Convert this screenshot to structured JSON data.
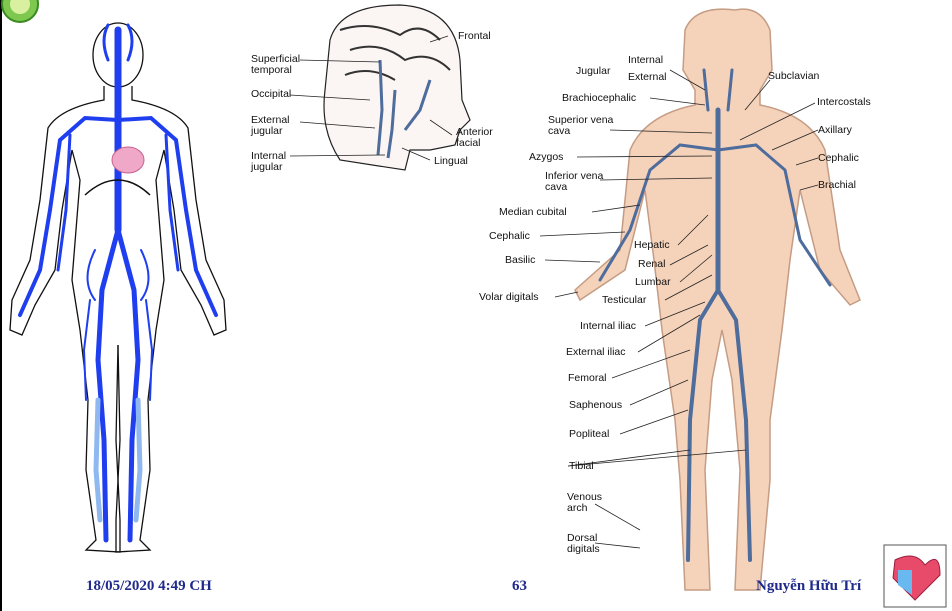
{
  "head_labels": {
    "frontal": "Frontal",
    "superficial_temporal": "Superficial\ntemporal",
    "occipital": "Occipital",
    "external_jugular": "External\njugular",
    "internal_jugular": "Internal\njugular",
    "anterior_facial": "Anterior\nfacial",
    "lingual": "Lingual"
  },
  "body_labels": {
    "jugular": "Jugular",
    "internal": "Internal",
    "external": "External",
    "subclavian": "Subclavian",
    "brachiocephalic": "Brachiocephalic",
    "intercostals": "Intercostals",
    "superior_vena_cava": "Superior vena\ncava",
    "axillary": "Axillary",
    "azygos": "Azygos",
    "cephalic_right": "Cephalic",
    "inferior_vena_cava": "Inferior vena\ncava",
    "brachial": "Brachial",
    "median_cubital": "Median cubital",
    "hepatic": "Hepatic",
    "cephalic_left": "Cephalic",
    "renal": "Renal",
    "basilic": "Basilic",
    "lumbar": "Lumbar",
    "testicular": "Testicular",
    "volar_digitals": "Volar digitals",
    "internal_iliac": "Internal iliac",
    "external_iliac": "External iliac",
    "femoral": "Femoral",
    "saphenous": "Saphenous",
    "popliteal": "Popliteal",
    "tibial": "Tibial",
    "venous_arch": "Venous\narch",
    "dorsal_digitals": "Dorsal\ndigitals"
  },
  "footer": {
    "date": "18/05/2020 4:49 CH",
    "page": "63",
    "author": "Nguyễn Hữu Trí"
  },
  "colors": {
    "vein_blue": "#1e3ef0",
    "vein_light": "#8fb8f0",
    "skin": "#f5d2ba",
    "skin_line": "#c59c84",
    "vein_anat": "#4e6c9c",
    "footer_text": "#1f2a8a",
    "heart_pink": "#f0a8c8"
  }
}
